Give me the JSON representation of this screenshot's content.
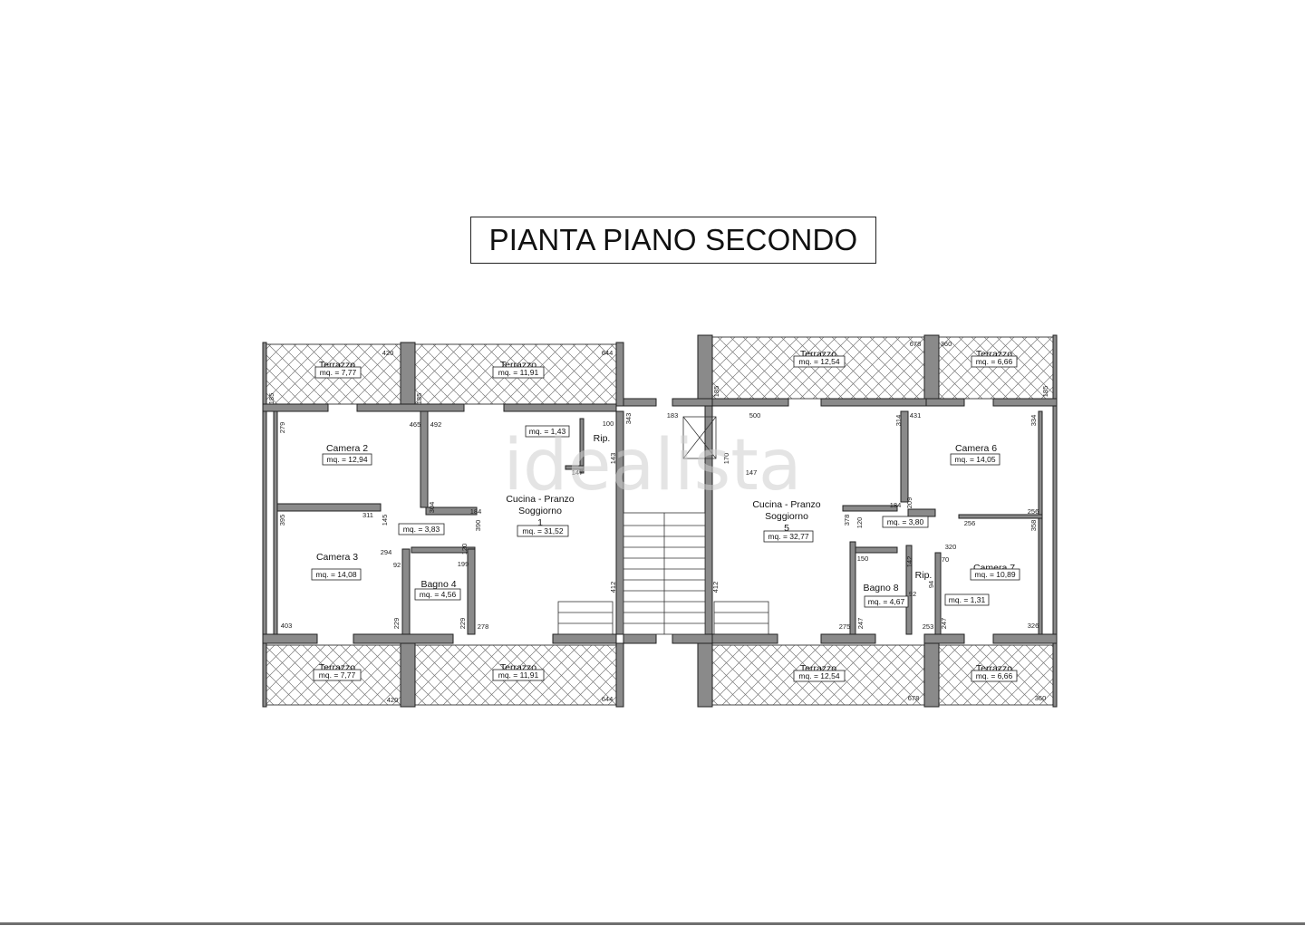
{
  "title": "PIANTA PIANO SECONDO",
  "watermark": "idealista",
  "rooms": [
    {
      "id": "terrazzo-tl1",
      "name": "Terrazzo",
      "area": "mq. = 7,77"
    },
    {
      "id": "terrazzo-tl2",
      "name": "Terrazzo",
      "area": "mq. = 11,91"
    },
    {
      "id": "terrazzo-tr1",
      "name": "Terrazzo",
      "area": "mq. = 12,54"
    },
    {
      "id": "terrazzo-tr2",
      "name": "Terrazzo",
      "area": "mq. = 6,66"
    },
    {
      "id": "camera2",
      "name": "Camera 2",
      "area": "mq. = 12,94"
    },
    {
      "id": "cucina1",
      "name": "Cucina - Pranzo",
      "name2": "Soggiorno",
      "num": "1",
      "area": "mq. = 31,52"
    },
    {
      "id": "rip1",
      "name": "Rip.",
      "area": "mq. = 1,43"
    },
    {
      "id": "camera3",
      "name": "Camera 3",
      "area": "mq. = 14,08"
    },
    {
      "id": "disimpegno1",
      "name": "",
      "area": "mq. = 3,83"
    },
    {
      "id": "bagno4",
      "name": "Bagno 4",
      "area": "mq. = 4,56"
    },
    {
      "id": "cucina5",
      "name": "Cucina - Pranzo",
      "name2": "Soggiorno",
      "num": "5",
      "area": "mq. = 32,77"
    },
    {
      "id": "camera6",
      "name": "Camera 6",
      "area": "mq. = 14,05"
    },
    {
      "id": "disimpegno5",
      "name": "",
      "area": "mq. = 3,80"
    },
    {
      "id": "camera7",
      "name": "Camera 7",
      "area": "mq. = 10,89"
    },
    {
      "id": "bagno8",
      "name": "Bagno 8",
      "area": "mq. = 4,67"
    },
    {
      "id": "rip5",
      "name": "Rip.",
      "area": "mq. = 1,31"
    },
    {
      "id": "terrazzo-bl1",
      "name": "Terrazzo",
      "area": "mq. = 7,77"
    },
    {
      "id": "terrazzo-bl2",
      "name": "Terrazzo",
      "area": "mq. = 11,91"
    },
    {
      "id": "terrazzo-br1",
      "name": "Terrazzo",
      "area": "mq. = 12,54"
    },
    {
      "id": "terrazzo-br2",
      "name": "Terrazzo",
      "area": "mq. = 6,66"
    }
  ],
  "dims": {
    "d420a": "420",
    "d644a": "644",
    "d678a": "678",
    "d360a": "360",
    "d185a": "185",
    "d185b": "185",
    "d185c": "185",
    "d185d": "185",
    "d279": "279",
    "d465": "465",
    "d492": "492",
    "d100": "100",
    "d343": "343",
    "d183": "183",
    "d500": "500",
    "d314": "314",
    "d431": "431",
    "d334": "334",
    "d147a": "147",
    "d147b": "147",
    "d143": "143",
    "d170": "170",
    "d304": "304",
    "d184a": "184",
    "d184b": "184",
    "d395": "395",
    "d311": "311",
    "d145": "145",
    "d294": "294",
    "d92a": "92",
    "d199": "199",
    "d120a": "120",
    "d390": "390",
    "d150": "150",
    "d142": "142",
    "d209": "209",
    "d256a": "256",
    "d256b": "256",
    "d378": "378",
    "d120b": "120",
    "d320": "320",
    "d70": "70",
    "d358": "358",
    "d92b": "92",
    "d94": "94",
    "d412a": "412",
    "d412b": "412",
    "d403": "403",
    "d229a": "229",
    "d229b": "229",
    "d278": "278",
    "d275": "275",
    "d247a": "247",
    "d247b": "247",
    "d253": "253",
    "d326": "326",
    "d420b": "420",
    "d644b": "644",
    "d678b": "678",
    "d360b": "360"
  }
}
